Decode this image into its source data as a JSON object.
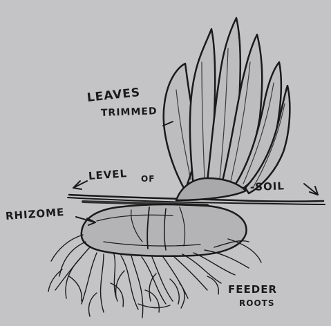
{
  "labels": {
    "leaves_line1": "LEAVES",
    "leaves_line2": "TRIMMED",
    "level": "LEVEL",
    "of": "OF",
    "soil": "-SOIL",
    "rhizome": "RHIZOME",
    "feeder_line1": "FEEDER",
    "feeder_line2": "ROOTS"
  },
  "colors": {
    "background": "#c4c4c6",
    "ink": "#1a1a1a"
  }
}
